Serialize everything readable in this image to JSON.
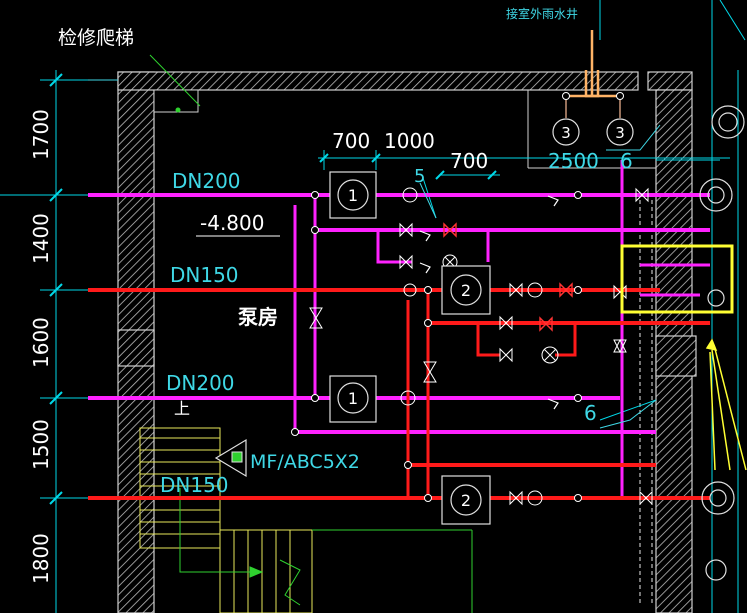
{
  "colors": {
    "background": "#000000",
    "wall": "#c8c8c8",
    "pipe_red": "#ff1a1a",
    "pipe_magenta": "#ff22ff",
    "dim_cyan": "#00d8e8",
    "text_cyan": "#3fd8e6",
    "white": "#ffffff",
    "yellow": "#ffff33",
    "green": "#2fd12f",
    "orange": "#ffb366",
    "brown": "#c89678"
  },
  "labels": {
    "ladder_note": "检修爬梯",
    "outdoor_well": "接室外雨水井",
    "pump_room": "泵房",
    "elevation": "-4.800",
    "extinguisher": "MF/ABC5X2",
    "up_mark": "上"
  },
  "pipes": {
    "dn200_top": "DN200",
    "dn150_mid": "DN150",
    "dn200_low": "DN200",
    "dn150_bottom": "DN150"
  },
  "pumps": {
    "p1_top": "1",
    "p2_mid": "2",
    "p1_low": "1",
    "p2_bottom": "2",
    "p3_a": "3",
    "p3_b": "3"
  },
  "dimensions": {
    "d700": "700",
    "d1000": "1000",
    "d700b": "700",
    "d5": "5",
    "d2500": "2500",
    "d6a": "6",
    "d6b": "6"
  },
  "left_dimensions": [
    "1700",
    "1400",
    "1600",
    "1500",
    "1800"
  ]
}
